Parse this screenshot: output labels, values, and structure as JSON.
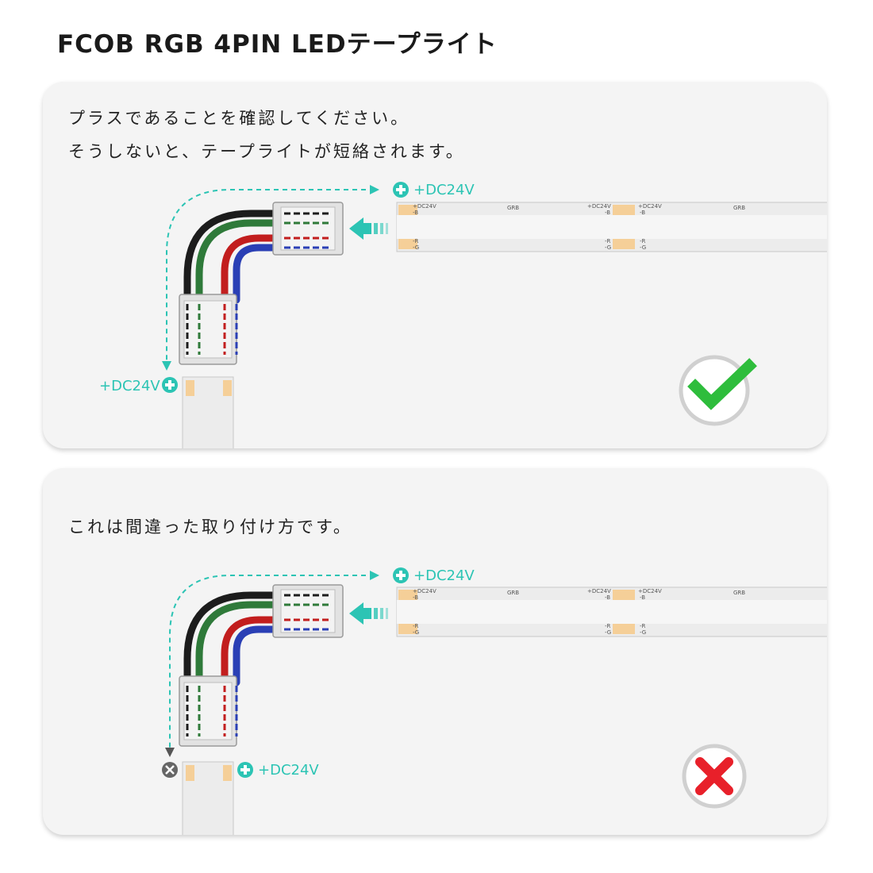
{
  "title": "FCOB RGB 4PIN LEDテープライト",
  "correct_panel": {
    "line1": "プラスであることを確認してください。",
    "line2": "そうしないと、テープライトが短絡されます。",
    "top_label": "+DC24V",
    "bottom_label": "+DC24V",
    "status_icon": "checkmark-icon"
  },
  "wrong_panel": {
    "line1": "これは間違った取り付け方です。",
    "top_label": "+DC24V",
    "bottom_label": "+DC24V",
    "status_icon": "x-mark-icon"
  },
  "strip_marks": {
    "dc24v": "+DC24V",
    "b": "-B",
    "grb": "GRB",
    "r": "-R",
    "g": "-G"
  },
  "colors": {
    "accent_teal": "#2cc4b4",
    "check_green": "#2ebd3c",
    "cross_red": "#e8202a",
    "wire_black": "#1c1c1c",
    "wire_green": "#2f7a3a",
    "wire_red": "#c21e1e",
    "wire_blue": "#2a3fb5",
    "led_chip": "#f5cf98"
  }
}
